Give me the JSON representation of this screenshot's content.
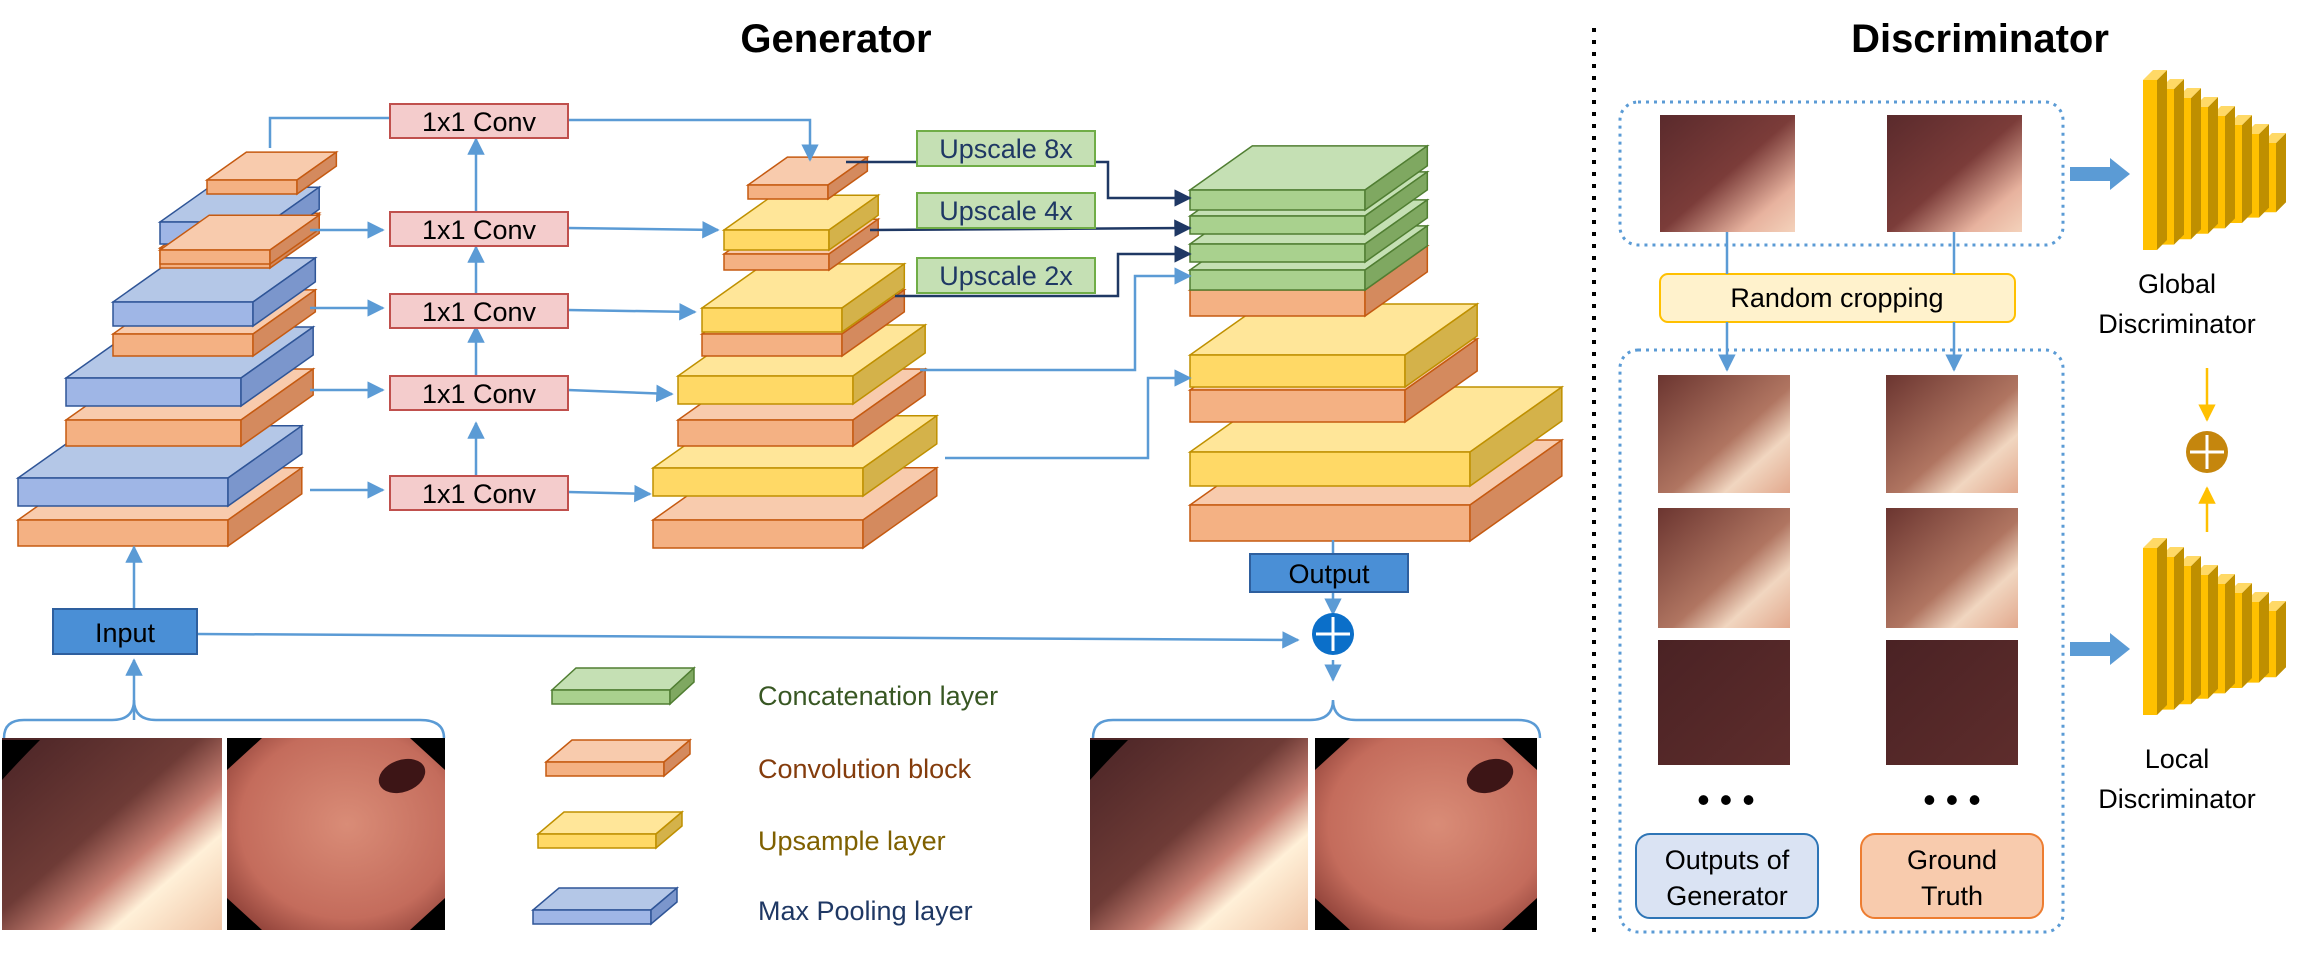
{
  "titles": {
    "generator": "Generator",
    "discriminator": "Discriminator"
  },
  "conv_labels": [
    "1x1 Conv",
    "1x1 Conv",
    "1x1 Conv",
    "1x1 Conv",
    "1x1 Conv"
  ],
  "upscale_labels": [
    "Upscale 8x",
    "Upscale 4x",
    "Upscale 2x"
  ],
  "input_label": "Input",
  "output_label": "Output",
  "legend": [
    {
      "label": "Concatenation layer",
      "color": "#385723"
    },
    {
      "label": "Convolution block",
      "color": "#843c0c"
    },
    {
      "label": "Upsample layer",
      "color": "#7f6000"
    },
    {
      "label": "Max Pooling layer",
      "color": "#1f3864"
    }
  ],
  "random_cropping": "Random cropping",
  "ellipsis": "• • •",
  "outputs_of_generator": [
    "Outputs of",
    "Generator"
  ],
  "ground_truth": [
    "Ground",
    "Truth"
  ],
  "global_discriminator": [
    "Global",
    "Discriminator"
  ],
  "local_discriminator": [
    "Local",
    "Discriminator"
  ],
  "colors": {
    "blue_arrow": "#5b9bd5",
    "navy_arrow": "#1f3864",
    "conv_fill": "#f4cccc",
    "upscale_fill": "#c5e0b4",
    "input_fill": "#4a8fd6",
    "orange_layer": "#f4b183",
    "yellow_layer": "#ffd966",
    "green_layer": "#a9d18e",
    "blue_layer": "#9fb6e6",
    "disc_gold": "#ffc000"
  }
}
